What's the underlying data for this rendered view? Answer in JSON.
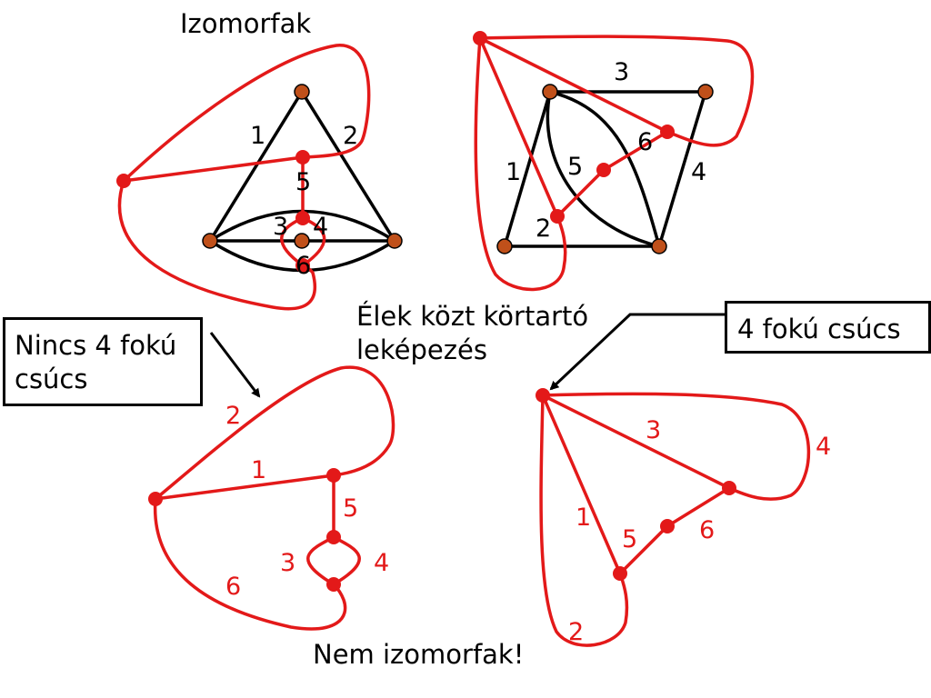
{
  "title": "Izomorfak",
  "mapping_note": [
    "Élek közt körtartó",
    "leképezés"
  ],
  "box_left": [
    "Nincs 4 fokú",
    "csúcs"
  ],
  "box_right": "4 fokú csúcs",
  "conclusion": "Nem izomorfak!",
  "colors": {
    "black": "#000000",
    "red": "#e31919",
    "vertex_fill": "#c0501a"
  },
  "graph1_labels": [
    "1",
    "2",
    "3",
    "4",
    "5",
    "6"
  ],
  "graph2_labels": [
    "1",
    "2",
    "3",
    "4",
    "5",
    "6"
  ],
  "dual1_labels": [
    "1",
    "2",
    "3",
    "4",
    "5",
    "6"
  ],
  "dual2_labels": [
    "1",
    "2",
    "3",
    "4",
    "5",
    "6"
  ]
}
